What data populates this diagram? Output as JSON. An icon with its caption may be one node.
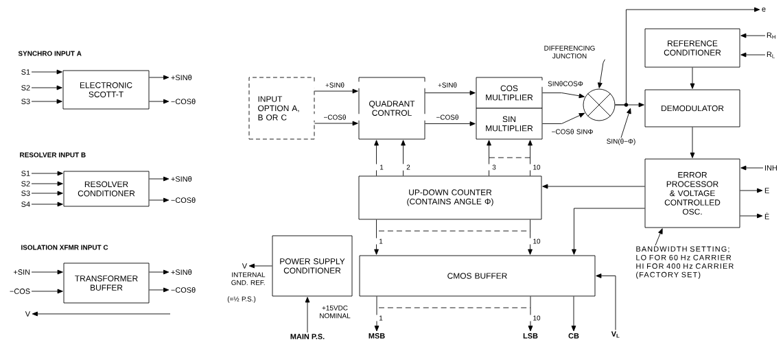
{
  "diagram": {
    "nodes": [
      {
        "text": [
          "ELECTRONIC SCOTT-T"
        ]
      },
      {
        "text": [
          "S1"
        ]
      },
      {
        "text": [
          "S2"
        ]
      },
      {
        "text": [
          "S3"
        ]
      },
      {
        "text": [
          "+SINθ"
        ]
      },
      {
        "text": [
          "−COSθ"
        ]
      },
      {
        "text": [
          "RESOLVER CONDITIONER"
        ]
      },
      {
        "text": [
          "S1"
        ]
      },
      {
        "text": [
          "S2"
        ]
      },
      {
        "text": [
          "S3"
        ]
      },
      {
        "text": [
          "S4"
        ]
      },
      {
        "text": [
          "+SINθ"
        ]
      },
      {
        "text": [
          "−COSθ"
        ]
      },
      {
        "text": [
          "TRANSFORMER BUFFER"
        ]
      },
      {
        "text": [
          "+SIN"
        ]
      },
      {
        "text": [
          "−COS"
        ]
      },
      {
        "text": [
          "+SINθ"
        ]
      },
      {
        "text": [
          "−COSθ"
        ]
      },
      {
        "text": [
          "V"
        ]
      },
      {
        "text": [
          "INPUT OPTION A, B OR C"
        ]
      },
      {
        "text": [
          "QUADRANT CONTROL"
        ]
      },
      {
        "text": [
          "COS MULTIPLIER"
        ]
      },
      {
        "text": [
          "SIN MULTIPLIER"
        ]
      },
      {
        "text": [],
        "shape": "circle"
      },
      {
        "text": [
          "DIFFERENCING JUNCTION"
        ]
      },
      {
        "text": [
          "SIN(θ−Φ)"
        ]
      },
      {
        "text": [
          "e"
        ]
      },
      {
        "text": [
          "REFERENCE CONDITIONER"
        ]
      },
      {
        "text": [
          "R$_{H}$"
        ]
      },
      {
        "text": [
          "R$_{L}$"
        ]
      },
      {
        "text": [
          "DEMODULATOR"
        ]
      },
      {
        "text": [
          "ERROR PROCESSOR & VOLTAGE CONTROLLED OSC."
        ]
      },
      {
        "text": [
          "INH"
        ]
      },
      {
        "text": [
          "E"
        ]
      },
      {
        "text": [
          "Ė"
        ]
      },
      {
        "text": [
          "BANDWIDTH SETTING; LO FOR 60 Hz CARRIER HI FOR 400 Hz CARRIER (FACTORY SET)"
        ]
      },
      {
        "text": [
          "UP-DOWN COUNTER (CONTAINS ANGLE Φ)"
        ]
      },
      {
        "text": [
          "CMOS BUFFER"
        ]
      },
      {
        "text": [
          "POWER SUPPLY CONDITIONER"
        ]
      },
      {
        "text": [
          "V"
        ],
        "beside": [
          "INTERNAL GND. REF.",
          "(=½ P.S.)"
        ]
      },
      {
        "text": [
          "MAIN P.S."
        ]
      },
      {
        "text": [
          "MSB"
        ]
      },
      {
        "text": [
          "LSB"
        ]
      },
      {
        "text": [
          "CB"
        ]
      },
      {
        "text": [
          "V$_{L}$"
        ]
      }
    ],
    "edges": [
      {
        "from": 1,
        "to": 0,
        "arrow": "to"
      },
      {
        "from": 2,
        "to": 0,
        "arrow": "to"
      },
      {
        "from": 3,
        "to": 0,
        "arrow": "to"
      },
      {
        "from": 0,
        "to": 4,
        "arrow": "to"
      },
      {
        "from": 0,
        "to": 5,
        "arrow": "to"
      },
      {
        "from": 7,
        "to": 6,
        "arrow": "to"
      },
      {
        "from": 8,
        "to": 6,
        "arrow": "to"
      },
      {
        "from": 9,
        "to": 6,
        "arrow": "to"
      },
      {
        "from": 10,
        "to": 6,
        "arrow": "to"
      },
      {
        "from": 6,
        "to": 11,
        "arrow": "to"
      },
      {
        "from": 6,
        "to": 12,
        "arrow": "to"
      },
      {
        "from": 14,
        "to": 13,
        "arrow": "to"
      },
      {
        "from": 15,
        "to": 13,
        "arrow": "to"
      },
      {
        "from": 13,
        "to": 16,
        "arrow": "to"
      },
      {
        "from": 13,
        "to": 17,
        "arrow": "to"
      },
      {
        "from": null,
        "to": 18,
        "arrow": "to"
      },
      {
        "from": 19,
        "to": 20,
        "arrow": "to",
        "label": "+SINθ"
      },
      {
        "from": 19,
        "to": 20,
        "arrow": "to",
        "label": "−COSθ"
      },
      {
        "from": 20,
        "to": 21,
        "arrow": "to",
        "label": "+SINθ"
      },
      {
        "from": 20,
        "to": 22,
        "arrow": "to",
        "label": "−COSθ"
      },
      {
        "from": 21,
        "to": 23,
        "arrow": "to",
        "label": "SINθCOSΦ"
      },
      {
        "from": 22,
        "to": 23,
        "arrow": "to",
        "label": "−COSθ SINΦ"
      },
      {
        "from": 24,
        "to": 23,
        "arrow": "to"
      },
      {
        "from": 23,
        "to": 30,
        "arrow": "to"
      },
      {
        "from": 23,
        "to": 26,
        "arrow": "to"
      },
      {
        "from": 25,
        "to": null,
        "arrow": "to"
      },
      {
        "from": 28,
        "to": 27,
        "arrow": "to"
      },
      {
        "from": 29,
        "to": 27,
        "arrow": "to"
      },
      {
        "from": 27,
        "to": 30,
        "arrow": "to"
      },
      {
        "from": 30,
        "to": 31,
        "arrow": "to"
      },
      {
        "from": 32,
        "to": 31,
        "arrow": "to"
      },
      {
        "from": 31,
        "to": 33,
        "arrow": "to"
      },
      {
        "from": 31,
        "to": 34,
        "arrow": "to"
      },
      {
        "from": 35,
        "to": 31,
        "arrow": "to"
      },
      {
        "from": 36,
        "to": 20,
        "arrow": "to",
        "label": "1"
      },
      {
        "from": 36,
        "to": 20,
        "arrow": "to",
        "label": "2"
      },
      {
        "from": 36,
        "to": 22,
        "arrow": "to",
        "label": "3"
      },
      {
        "from": 36,
        "to": 22,
        "arrow": "to",
        "label": "10"
      },
      {
        "from": 31,
        "to": 36,
        "arrow": "to"
      },
      {
        "from": 31,
        "to": 37,
        "arrow": "to"
      },
      {
        "from": 36,
        "to": 37,
        "arrow": "to",
        "label": "1"
      },
      {
        "from": 36,
        "to": 37,
        "arrow": "to",
        "label": "10"
      },
      {
        "from": 37,
        "to": 41,
        "arrow": "to",
        "label": "1"
      },
      {
        "from": 37,
        "to": 42,
        "arrow": "to",
        "label": "10"
      },
      {
        "from": 37,
        "to": 43,
        "arrow": "to"
      },
      {
        "from": 44,
        "to": 37,
        "arrow": "to"
      },
      {
        "from": 38,
        "to": 39,
        "arrow": "to"
      },
      {
        "from": 40,
        "to": 38,
        "arrow": "to",
        "label": "+15VDC NOMINAL"
      }
    ],
    "labels": [
      "SYNCHRO INPUT A",
      "RESOLVER INPUT B",
      "ISOLATION XFMR INPUT C"
    ]
  }
}
